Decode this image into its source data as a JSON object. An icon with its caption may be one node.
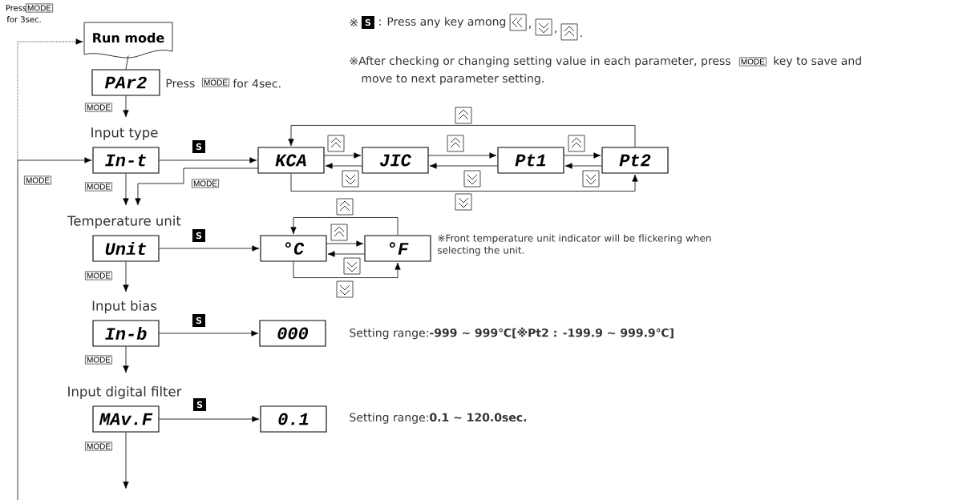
{
  "diagram": {
    "nodes": [
      {
        "text": [
          "Run mode"
        ]
      },
      {
        "text": [
          "PAr2"
        ],
        "beside": [
          "Press",
          "MODE",
          "for 4sec."
        ]
      },
      {
        "text": [
          "Input type",
          "In-t"
        ]
      },
      {
        "text": [
          "KCA"
        ]
      },
      {
        "text": [
          "JIC"
        ]
      },
      {
        "text": [
          "Pt1"
        ]
      },
      {
        "text": [
          "Pt2"
        ]
      },
      {
        "text": [
          "Temperature unit",
          "Unit"
        ]
      },
      {
        "text": [
          "°C"
        ]
      },
      {
        "text": [
          "°F"
        ]
      },
      {
        "text": [
          "Input bias",
          "In-b"
        ]
      },
      {
        "text": [
          "000"
        ]
      },
      {
        "text": [
          "Input digital filter",
          "MAv.F"
        ]
      },
      {
        "text": [
          "0.1"
        ]
      }
    ],
    "edges": [
      {
        "from": 0,
        "to": 1,
        "arrow": "none"
      },
      {
        "from": 1,
        "to": 2,
        "arrow": "to",
        "label": "MODE"
      },
      {
        "from": 2,
        "to": 3,
        "arrow": "to",
        "label": "S"
      },
      {
        "from": 3,
        "to": 4,
        "arrow": "to"
      },
      {
        "from": 4,
        "to": 3,
        "arrow": "to"
      },
      {
        "from": 4,
        "to": 5,
        "arrow": "to"
      },
      {
        "from": 5,
        "to": 4,
        "arrow": "to"
      },
      {
        "from": 5,
        "to": 6,
        "arrow": "to"
      },
      {
        "from": 6,
        "to": 5,
        "arrow": "to"
      },
      {
        "from": 6,
        "to": 3,
        "arrow": "to"
      },
      {
        "from": 3,
        "to": 6,
        "arrow": "to"
      },
      {
        "from": 3,
        "to": 7,
        "arrow": "to",
        "label": "MODE"
      },
      {
        "from": 2,
        "to": 7,
        "arrow": "to",
        "label": "MODE"
      },
      {
        "from": 7,
        "to": 8,
        "arrow": "to",
        "label": "S"
      },
      {
        "from": 8,
        "to": 9,
        "arrow": "to"
      },
      {
        "from": 9,
        "to": 8,
        "arrow": "to"
      },
      {
        "from": 9,
        "to": 8,
        "arrow": "to"
      },
      {
        "from": 8,
        "to": 9,
        "arrow": "to"
      },
      {
        "from": 7,
        "to": 10,
        "arrow": "to",
        "label": "MODE"
      },
      {
        "from": 10,
        "to": 11,
        "arrow": "to",
        "label": "S"
      },
      {
        "from": 10,
        "to": 12,
        "arrow": "to",
        "label": "MODE"
      },
      {
        "from": 12,
        "to": 13,
        "arrow": "to",
        "label": "S"
      },
      {
        "from": 12,
        "to": null,
        "arrow": "to",
        "label": "MODE"
      },
      {
        "from": null,
        "to": 2,
        "arrow": "to",
        "label": "MODE"
      },
      {
        "from": null,
        "to": 0,
        "arrow": "to",
        "style": "dashed"
      }
    ],
    "labels": [
      "Press",
      "MODE",
      "for 3sec.",
      "※",
      "S",
      ": Press any key among",
      ",",
      ",",
      ".",
      "※After checking or changing setting value in each parameter, press",
      "MODE",
      "key to save and",
      "move to next parameter setting.",
      "※Front temperature unit indicator will be flickering when selecting the unit.",
      "Setting range:**-999 ~ 999℃[※Pt2 : -199.9 ~ 999.9℃]**",
      "Setting range:**0.1 ~ 120.0sec.**"
    ]
  }
}
